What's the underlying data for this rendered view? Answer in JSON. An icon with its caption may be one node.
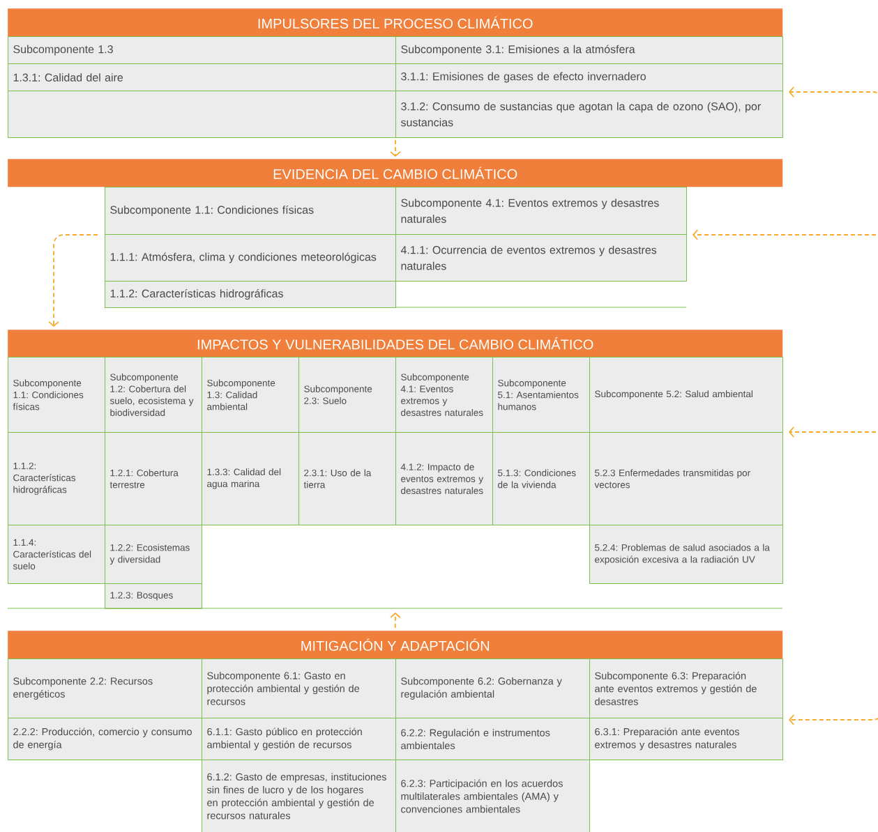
{
  "diagram": {
    "nodes": [
      {
        "text": [
          "IMPULSORES DEL PROCESO CLIMÁTICO"
        ]
      },
      {
        "text": [
          "Subcomponente 1.3"
        ]
      },
      {
        "text": [
          "Subcomponente 3.1: Emisiones a la atmósfera"
        ]
      },
      {
        "text": [
          "1.3.1: Calidad del aire"
        ]
      },
      {
        "text": [
          "3.1.1: Emisiones de gases de efecto invernadero"
        ]
      },
      {
        "text": [],
        "shape": "box"
      },
      {
        "text": [
          "3.1.2: Consumo de sustancias que agotan la capa de ozono (SAO), por sustancias"
        ]
      },
      {
        "text": [
          "EVIDENCIA DEL CAMBIO CLIMÁTICO"
        ]
      },
      {
        "text": [
          "Subcomponente 1.1: Condiciones físicas"
        ]
      },
      {
        "text": [
          "Subcomponente 4.1: Eventos extremos y desastres naturales"
        ]
      },
      {
        "text": [
          "1.1.1: Atmósfera, clima y condiciones meteorológicas"
        ]
      },
      {
        "text": [
          "4.1.1: Ocurrencia de eventos extremos y desastres naturales"
        ]
      },
      {
        "text": [
          "1.1.2: Características hidrográficas"
        ]
      },
      {
        "text": [
          "IMPACTOS Y VULNERABILIDADES DEL CAMBIO CLIMÁTICO"
        ]
      },
      {
        "text": [
          "Subcomponente 1.1: Condiciones físicas"
        ]
      },
      {
        "text": [
          "Subcomponente 1.2: Cobertura del suelo, ecosistema y biodiversidad"
        ]
      },
      {
        "text": [
          "Subcomponente 1.3: Calidad ambiental"
        ]
      },
      {
        "text": [
          "Subcomponente 2.3: Suelo"
        ]
      },
      {
        "text": [
          "Subcomponente 4.1: Eventos extremos y desastres naturales"
        ]
      },
      {
        "text": [
          "Subcomponente 5.1: Asentamientos humanos"
        ]
      },
      {
        "text": [
          "Subcomponente 5.2: Salud ambiental"
        ]
      },
      {
        "text": [
          "1.1.2: Características hidrográficas"
        ]
      },
      {
        "text": [
          "1.2.1: Cobertura terrestre"
        ]
      },
      {
        "text": [
          "1.3.3: Calidad del agua marina"
        ]
      },
      {
        "text": [
          "2.3.1: Uso de la tierra"
        ]
      },
      {
        "text": [
          "4.1.2: Impacto de eventos extremos y desastres naturales"
        ]
      },
      {
        "text": [
          "5.1.3: Condiciones de la vivienda"
        ]
      },
      {
        "text": [
          "5.2.3 Enfermedades transmitidas por vectores"
        ]
      },
      {
        "text": [
          "1.1.4: Características del suelo"
        ]
      },
      {
        "text": [
          "1.2.2: Ecosistemas y diversidad"
        ]
      },
      {
        "text": [
          "5.2.4: Problemas de salud asociados a la exposición excesiva a la radiación UV"
        ]
      },
      {
        "text": [
          "1.2.3: Bosques"
        ]
      },
      {
        "text": [
          "MITIGACIÓN Y ADAPTACIÓN"
        ]
      },
      {
        "text": [
          "Subcomponente 2.2: Recursos energéticos"
        ]
      },
      {
        "text": [
          "Subcomponente 6.1: Gasto en protección ambiental y gestión de recursos"
        ]
      },
      {
        "text": [
          "Subcomponente 6.2: Gobernanza y regulación ambiental"
        ]
      },
      {
        "text": [
          "Subcomponente 6.3: Preparación ante eventos extremos y gestión de desastres"
        ]
      },
      {
        "text": [
          "2.2.2: Producción, comercio y consumo de energía"
        ]
      },
      {
        "text": [
          "6.1.1: Gasto público en protección ambiental y gestión de recursos"
        ]
      },
      {
        "text": [
          "6.2.2: Regulación e instrumentos ambientales"
        ]
      },
      {
        "text": [
          "6.3.1: Preparación ante eventos extremos y desastres naturales"
        ]
      },
      {
        "text": [
          "6.1.2: Gasto de empresas, instituciones sin fines de lucro y de los hogares en protección ambiental y gestión de recursos naturales"
        ]
      },
      {
        "text": [
          "6.2.3: Participación en los acuerdos multilaterales ambientales (AMA) y convenciones ambientales"
        ]
      }
    ],
    "edges": [
      {
        "from": null,
        "to": 6,
        "arrow": "to",
        "style": "dashed"
      },
      {
        "from": 6,
        "to": 7,
        "arrow": "to",
        "style": "dashed"
      },
      {
        "from": null,
        "to": 11,
        "arrow": "to",
        "style": "dashed"
      },
      {
        "from": 10,
        "to": 13,
        "arrow": "to",
        "style": "dashed"
      },
      {
        "from": null,
        "to": 27,
        "arrow": "to",
        "style": "dashed"
      },
      {
        "from": 32,
        "to": null,
        "arrow": "to",
        "style": "dashed"
      },
      {
        "from": null,
        "to": 40,
        "arrow": "to",
        "style": "dashed"
      }
    ]
  }
}
